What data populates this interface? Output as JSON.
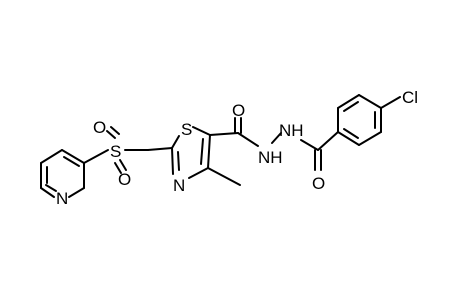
{
  "structure": {
    "atoms": [
      {
        "id": "cl",
        "label": "Cl"
      },
      {
        "id": "o-amide1",
        "label": "O"
      },
      {
        "id": "nh-1",
        "label": "NH"
      },
      {
        "id": "nh-2",
        "label": "NH"
      },
      {
        "id": "o-amide2",
        "label": "O"
      },
      {
        "id": "s-thiazole",
        "label": "S"
      },
      {
        "id": "n-thiazole",
        "label": "N"
      },
      {
        "id": "s-sulfonyl",
        "label": "S"
      },
      {
        "id": "o-sulfonyl-1",
        "label": "O"
      },
      {
        "id": "o-sulfonyl-2",
        "label": "O"
      },
      {
        "id": "n-pyridine",
        "label": "N"
      }
    ]
  }
}
